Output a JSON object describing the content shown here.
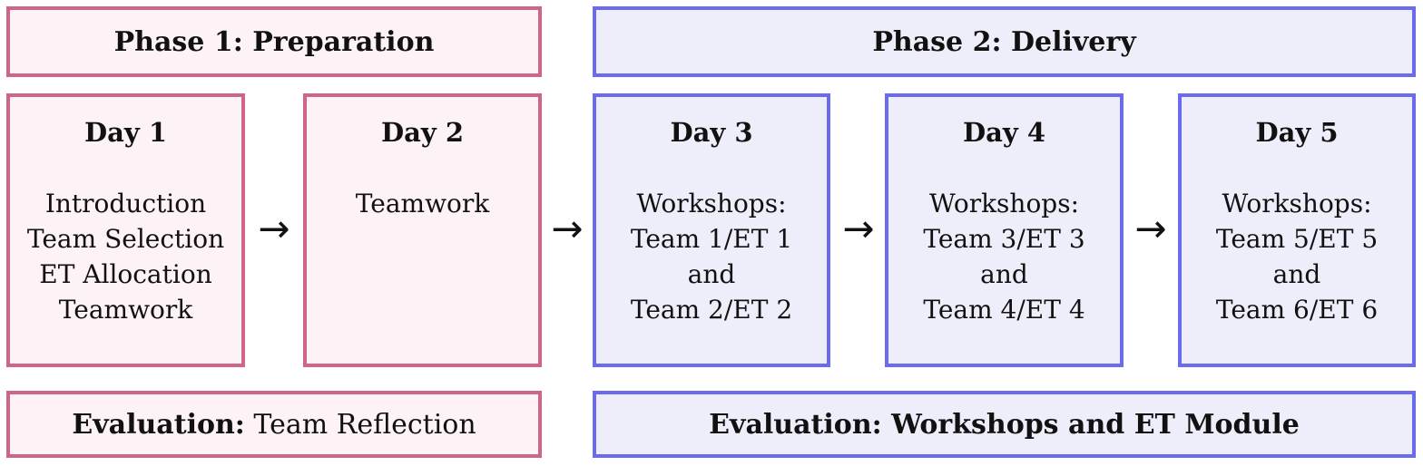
{
  "arrow_glyph": "→",
  "colors": {
    "pink-border": "#cf6589",
    "pink-fill": "#fdf2f6",
    "blue-border": "#6b6bf0",
    "blue-fill": "#eeeefb",
    "text": "#111111"
  },
  "phase1": {
    "header": "Phase 1: Preparation",
    "days": [
      {
        "title": "Day 1",
        "lines": [
          "Introduction",
          "Team Selection",
          "ET Allocation",
          "Teamwork"
        ]
      },
      {
        "title": "Day 2",
        "lines": [
          "Teamwork"
        ]
      }
    ],
    "evaluation": {
      "label": "Evaluation:",
      "text": " Team Reflection"
    }
  },
  "phase2": {
    "header": "Phase 2: Delivery",
    "days": [
      {
        "title": "Day 3",
        "lines": [
          "Workshops:",
          "Team 1/ET 1",
          "and",
          "Team 2/ET 2"
        ]
      },
      {
        "title": "Day 4",
        "lines": [
          "Workshops:",
          "Team 3/ET 3",
          "and",
          "Team 4/ET 4"
        ]
      },
      {
        "title": "Day 5",
        "lines": [
          "Workshops:",
          "Team 5/ET 5",
          "and",
          "Team 6/ET 6"
        ]
      }
    ],
    "evaluation": {
      "label": "Evaluation: Workshops and ET Module"
    }
  }
}
